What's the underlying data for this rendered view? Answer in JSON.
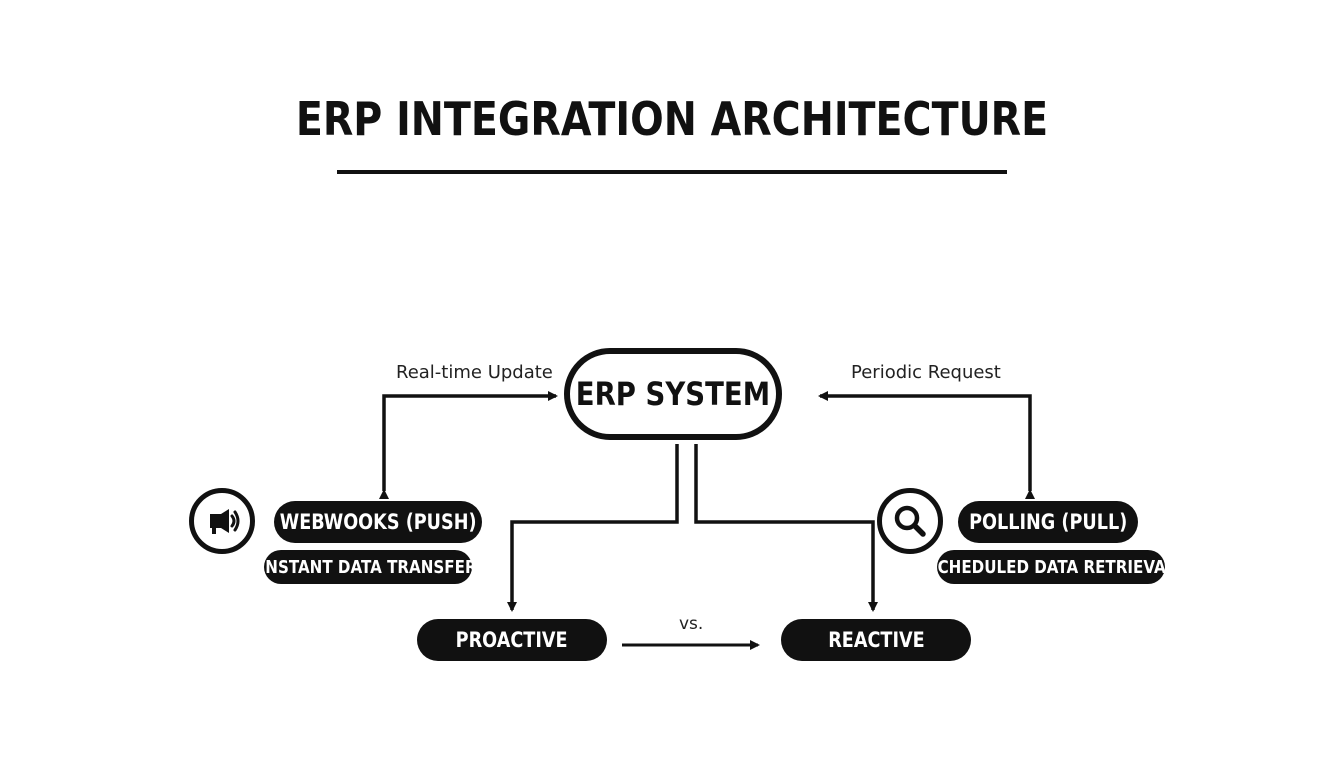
{
  "diagram": {
    "title": "ERP INTEGRATION ARCHITECTURE",
    "center_node": "ERP SYSTEM",
    "left_edge_label": "Real-time Update",
    "right_edge_label": "Periodic Request",
    "left_method": {
      "icon": "megaphone-icon",
      "title": "WEBWOOKS (PUSH)",
      "subtitle": "INSTANT DATA TRANSFER"
    },
    "right_method": {
      "icon": "magnifier-icon",
      "title": "POLLING (PULL)",
      "subtitle": "SCHEDULED DATA RETRIEVAL"
    },
    "modes": {
      "left": "PROACTIVE",
      "right": "REACTIVE",
      "separator": "vs."
    }
  },
  "colors": {
    "ink": "#111111",
    "background": "#ffffff"
  }
}
